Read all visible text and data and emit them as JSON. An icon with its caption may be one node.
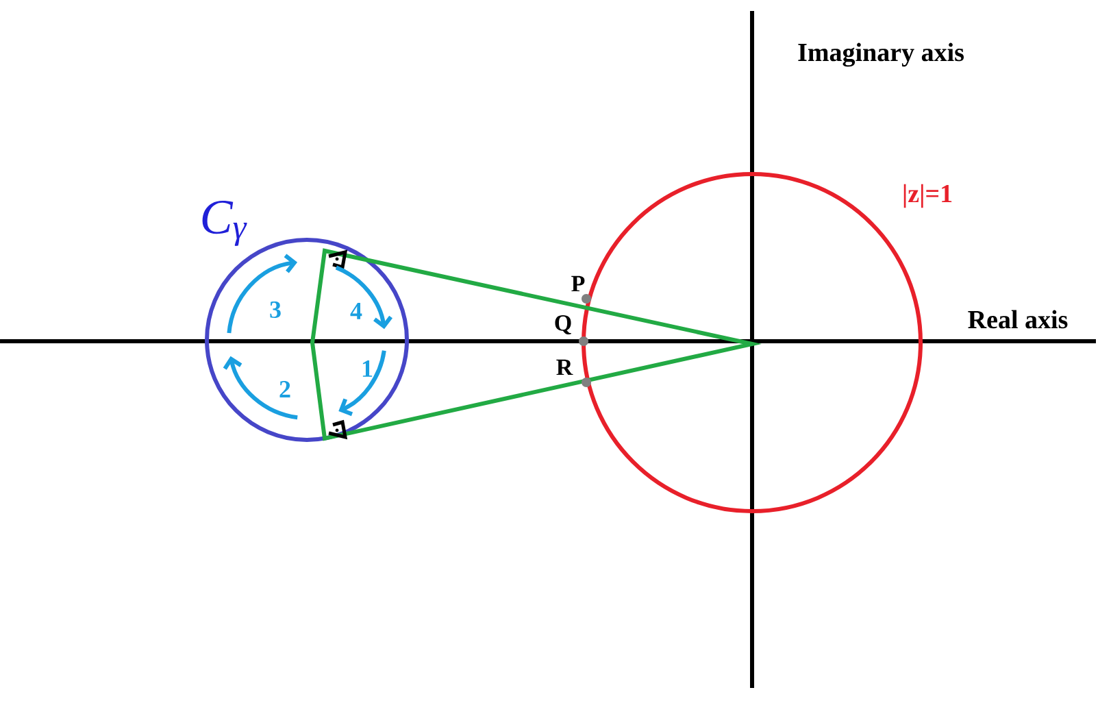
{
  "diagram": {
    "labels": [
      "Imaginary axis",
      "|z|=1",
      "C$_{γ}$",
      "P",
      "Real axis",
      "3",
      "4",
      "Q",
      "R",
      "1",
      "2"
    ]
  }
}
